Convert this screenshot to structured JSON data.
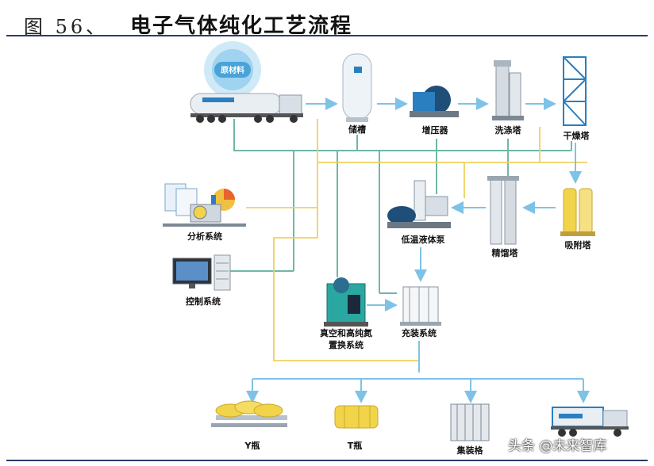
{
  "header": {
    "figure_label": "图 56、",
    "title": "电子气体纯化工艺流程"
  },
  "nodes": {
    "raw_material": "原材料",
    "storage_tank": "储槽",
    "booster": "增压器",
    "scrubber": "洗涤塔",
    "dryer": "干燥塔",
    "analysis": "分析系统",
    "control": "控制系统",
    "cryo_pump": "低温液体泵",
    "rectifier": "精馏塔",
    "adsorber": "吸附塔",
    "vacuum": "真空和高纯氮",
    "vacuum_2": "置换系统",
    "filling": "充装系统",
    "y_cyl": "Y瓶",
    "t_cyl": "T瓶",
    "bundle": "集装格",
    "trailer": ""
  },
  "watermark": "头条 @未来智库",
  "colors": {
    "flow_arrow": "#7ec3e6",
    "control_line": "#6fb7a8",
    "signal_line": "#f0d060",
    "rule": "#2a3a6b",
    "equipment_blue": "#2a7fc0",
    "equipment_yellow": "#f2d44a",
    "equipment_teal": "#2aa7a0"
  }
}
